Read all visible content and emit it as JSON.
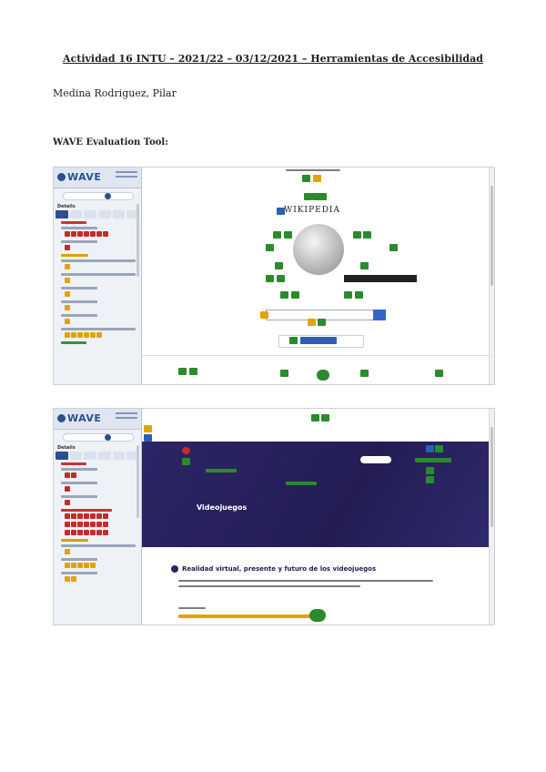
{
  "document": {
    "title": "Actividad 16 INTU – 2021/22 – 03/12/2021 – Herramientas de Accesibilidad",
    "author": "Medina Rodriguez, Pilar",
    "section_heading": "WAVE Evaluation Tool:"
  },
  "screenshots": [
    {
      "wave_logo": "WAVE",
      "wave_details": "Details",
      "page_wordmark": "WIKIPEDIA"
    },
    {
      "wave_logo": "WAVE",
      "wave_details": "Details",
      "hero_title": "Videojuegos",
      "article_title": "Realidad virtual, presente y futuro de los videojuegos"
    }
  ],
  "colors": {
    "wave_blue": "#2d4f8e",
    "error_red": "#c62a2a",
    "alert_yellow": "#e2a300",
    "feature_green": "#2c8a2c",
    "hero_purple": "#2a2460"
  }
}
